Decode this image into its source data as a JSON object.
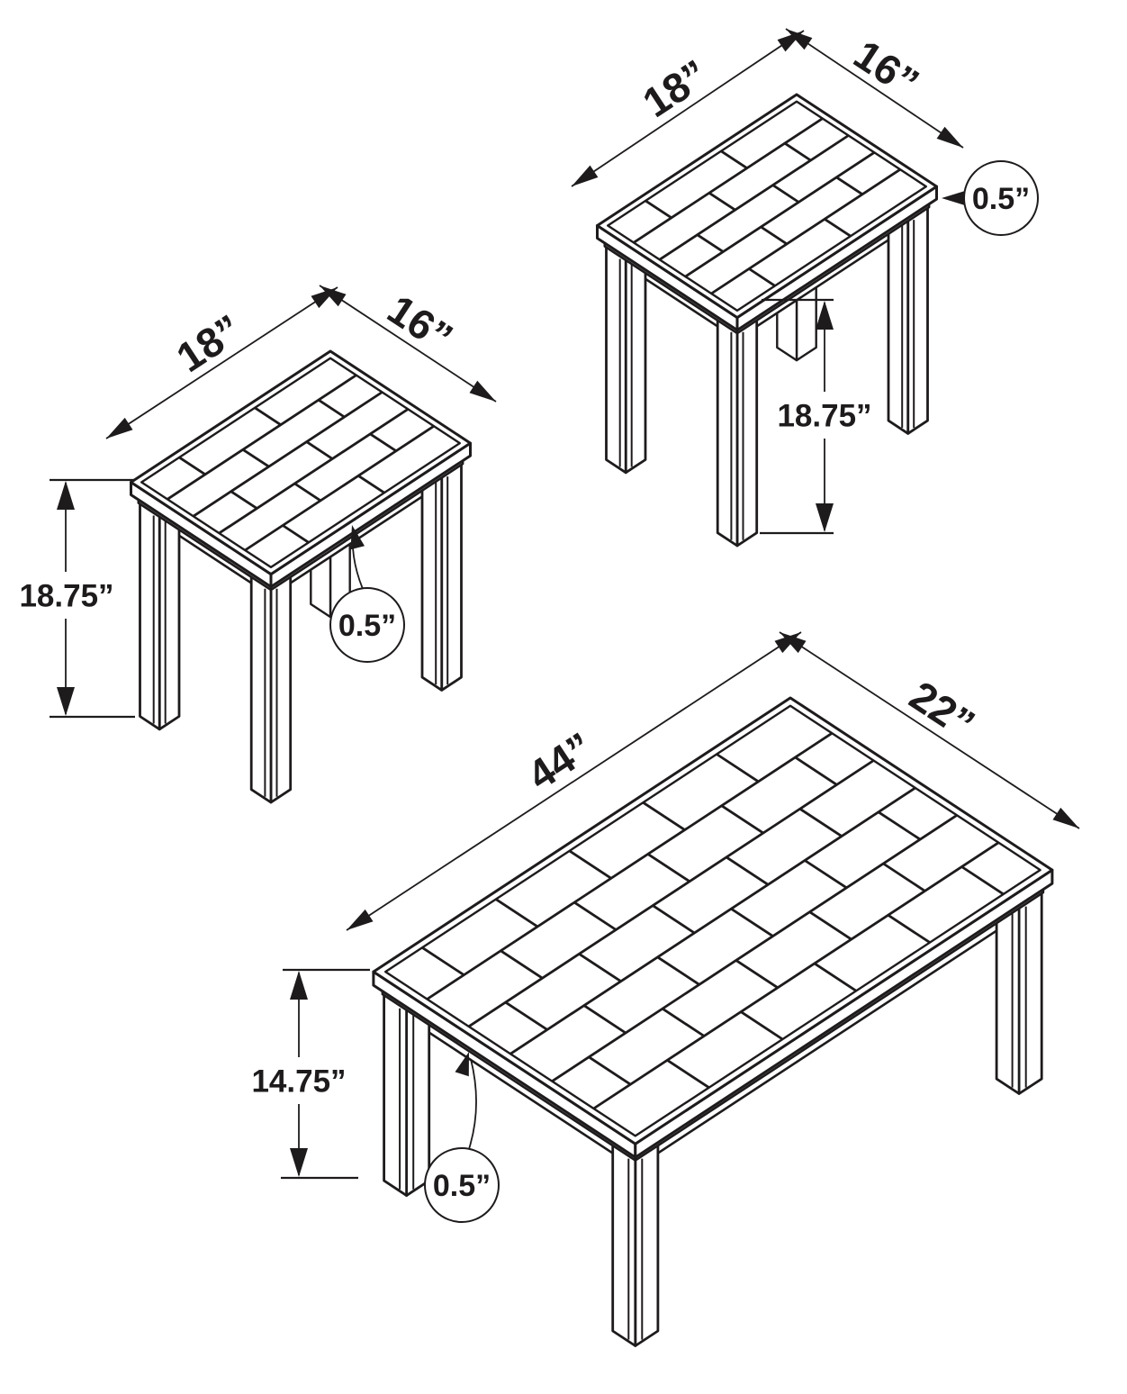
{
  "diagram": {
    "background": "#ffffff",
    "line_color": "#1e1b1c",
    "description": "3-piece table set dimension drawing",
    "tables": [
      {
        "name": "end table left",
        "length": "18”",
        "width": "16”",
        "height": "18.75”",
        "top_thickness": "0.5”"
      },
      {
        "name": "end table right",
        "length": "18”",
        "width": "16”",
        "height": "18.75”",
        "top_thickness": "0.5”"
      },
      {
        "name": "coffee table",
        "length": "44”",
        "width": "22”",
        "height": "14.75”",
        "top_thickness": "0.5”"
      }
    ]
  }
}
